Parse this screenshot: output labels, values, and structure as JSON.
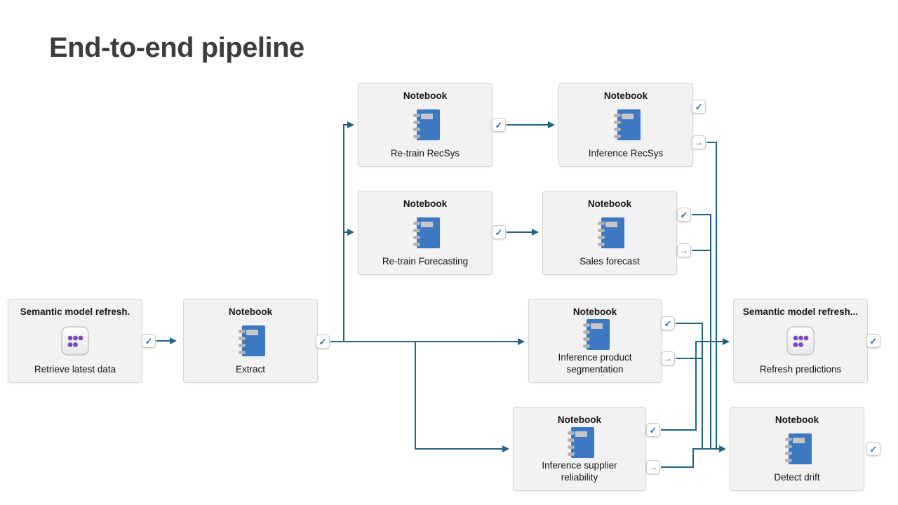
{
  "page": {
    "title": "End-to-end pipeline"
  },
  "colors": {
    "connector": "#226380",
    "badge_glyph_blue": "#2e6db4",
    "notebook_blue": "#3c79c2",
    "semantic_model_purple": "#7a4bbf",
    "node_background": "#f2f2f2",
    "node_border": "#d6d6d6"
  },
  "glyphs": {
    "check": "✓",
    "arrow": "→"
  },
  "nodes": [
    {
      "id": "retrieve-latest-data",
      "type": "Semantic model refresh.",
      "label": "Retrieve latest data",
      "icon": "semantic-model"
    },
    {
      "id": "extract",
      "type": "Notebook",
      "label": "Extract",
      "icon": "notebook"
    },
    {
      "id": "retrain-recsys",
      "type": "Notebook",
      "label": "Re-train RecSys",
      "icon": "notebook"
    },
    {
      "id": "inference-recsys",
      "type": "Notebook",
      "label": "Inference RecSys",
      "icon": "notebook"
    },
    {
      "id": "retrain-forecasting",
      "type": "Notebook",
      "label": "Re-train Forecasting",
      "icon": "notebook"
    },
    {
      "id": "sales-forecast",
      "type": "Notebook",
      "label": "Sales forecast",
      "icon": "notebook"
    },
    {
      "id": "inference-product-segmentation",
      "type": "Notebook",
      "label": "Inference product segmentation",
      "icon": "notebook"
    },
    {
      "id": "inference-supplier-reliability",
      "type": "Notebook",
      "label": "Inference supplier reliability",
      "icon": "notebook"
    },
    {
      "id": "refresh-predictions",
      "type": "Semantic model refresh...",
      "label": "Refresh predictions",
      "icon": "semantic-model"
    },
    {
      "id": "detect-drift",
      "type": "Notebook",
      "label": "Detect drift",
      "icon": "notebook"
    }
  ],
  "connections": [
    {
      "from": "Retrieve latest data",
      "to": "Extract",
      "condition": "on-success"
    },
    {
      "from": "Extract",
      "to": "Re-train RecSys",
      "condition": "on-success"
    },
    {
      "from": "Extract",
      "to": "Re-train Forecasting",
      "condition": "on-success"
    },
    {
      "from": "Extract",
      "to": "Inference product segmentation",
      "condition": "on-success"
    },
    {
      "from": "Extract",
      "to": "Inference supplier reliability",
      "condition": "on-success"
    },
    {
      "from": "Re-train RecSys",
      "to": "Inference RecSys",
      "condition": "on-success"
    },
    {
      "from": "Re-train Forecasting",
      "to": "Sales forecast",
      "condition": "on-success"
    },
    {
      "from": "Inference RecSys",
      "to": "Detect drift",
      "condition": "on-completion"
    },
    {
      "from": "Sales forecast",
      "to": "Detect drift",
      "condition": "on-success"
    },
    {
      "from": "Sales forecast",
      "to": "Detect drift",
      "condition": "on-completion"
    },
    {
      "from": "Inference product segmentation",
      "to": "Detect drift",
      "condition": "on-success"
    },
    {
      "from": "Inference product segmentation",
      "to": "Detect drift",
      "condition": "on-completion"
    },
    {
      "from": "Inference supplier reliability",
      "to": "Refresh predictions",
      "condition": "on-success"
    },
    {
      "from": "Inference supplier reliability",
      "to": "Detect drift",
      "condition": "on-completion"
    }
  ]
}
